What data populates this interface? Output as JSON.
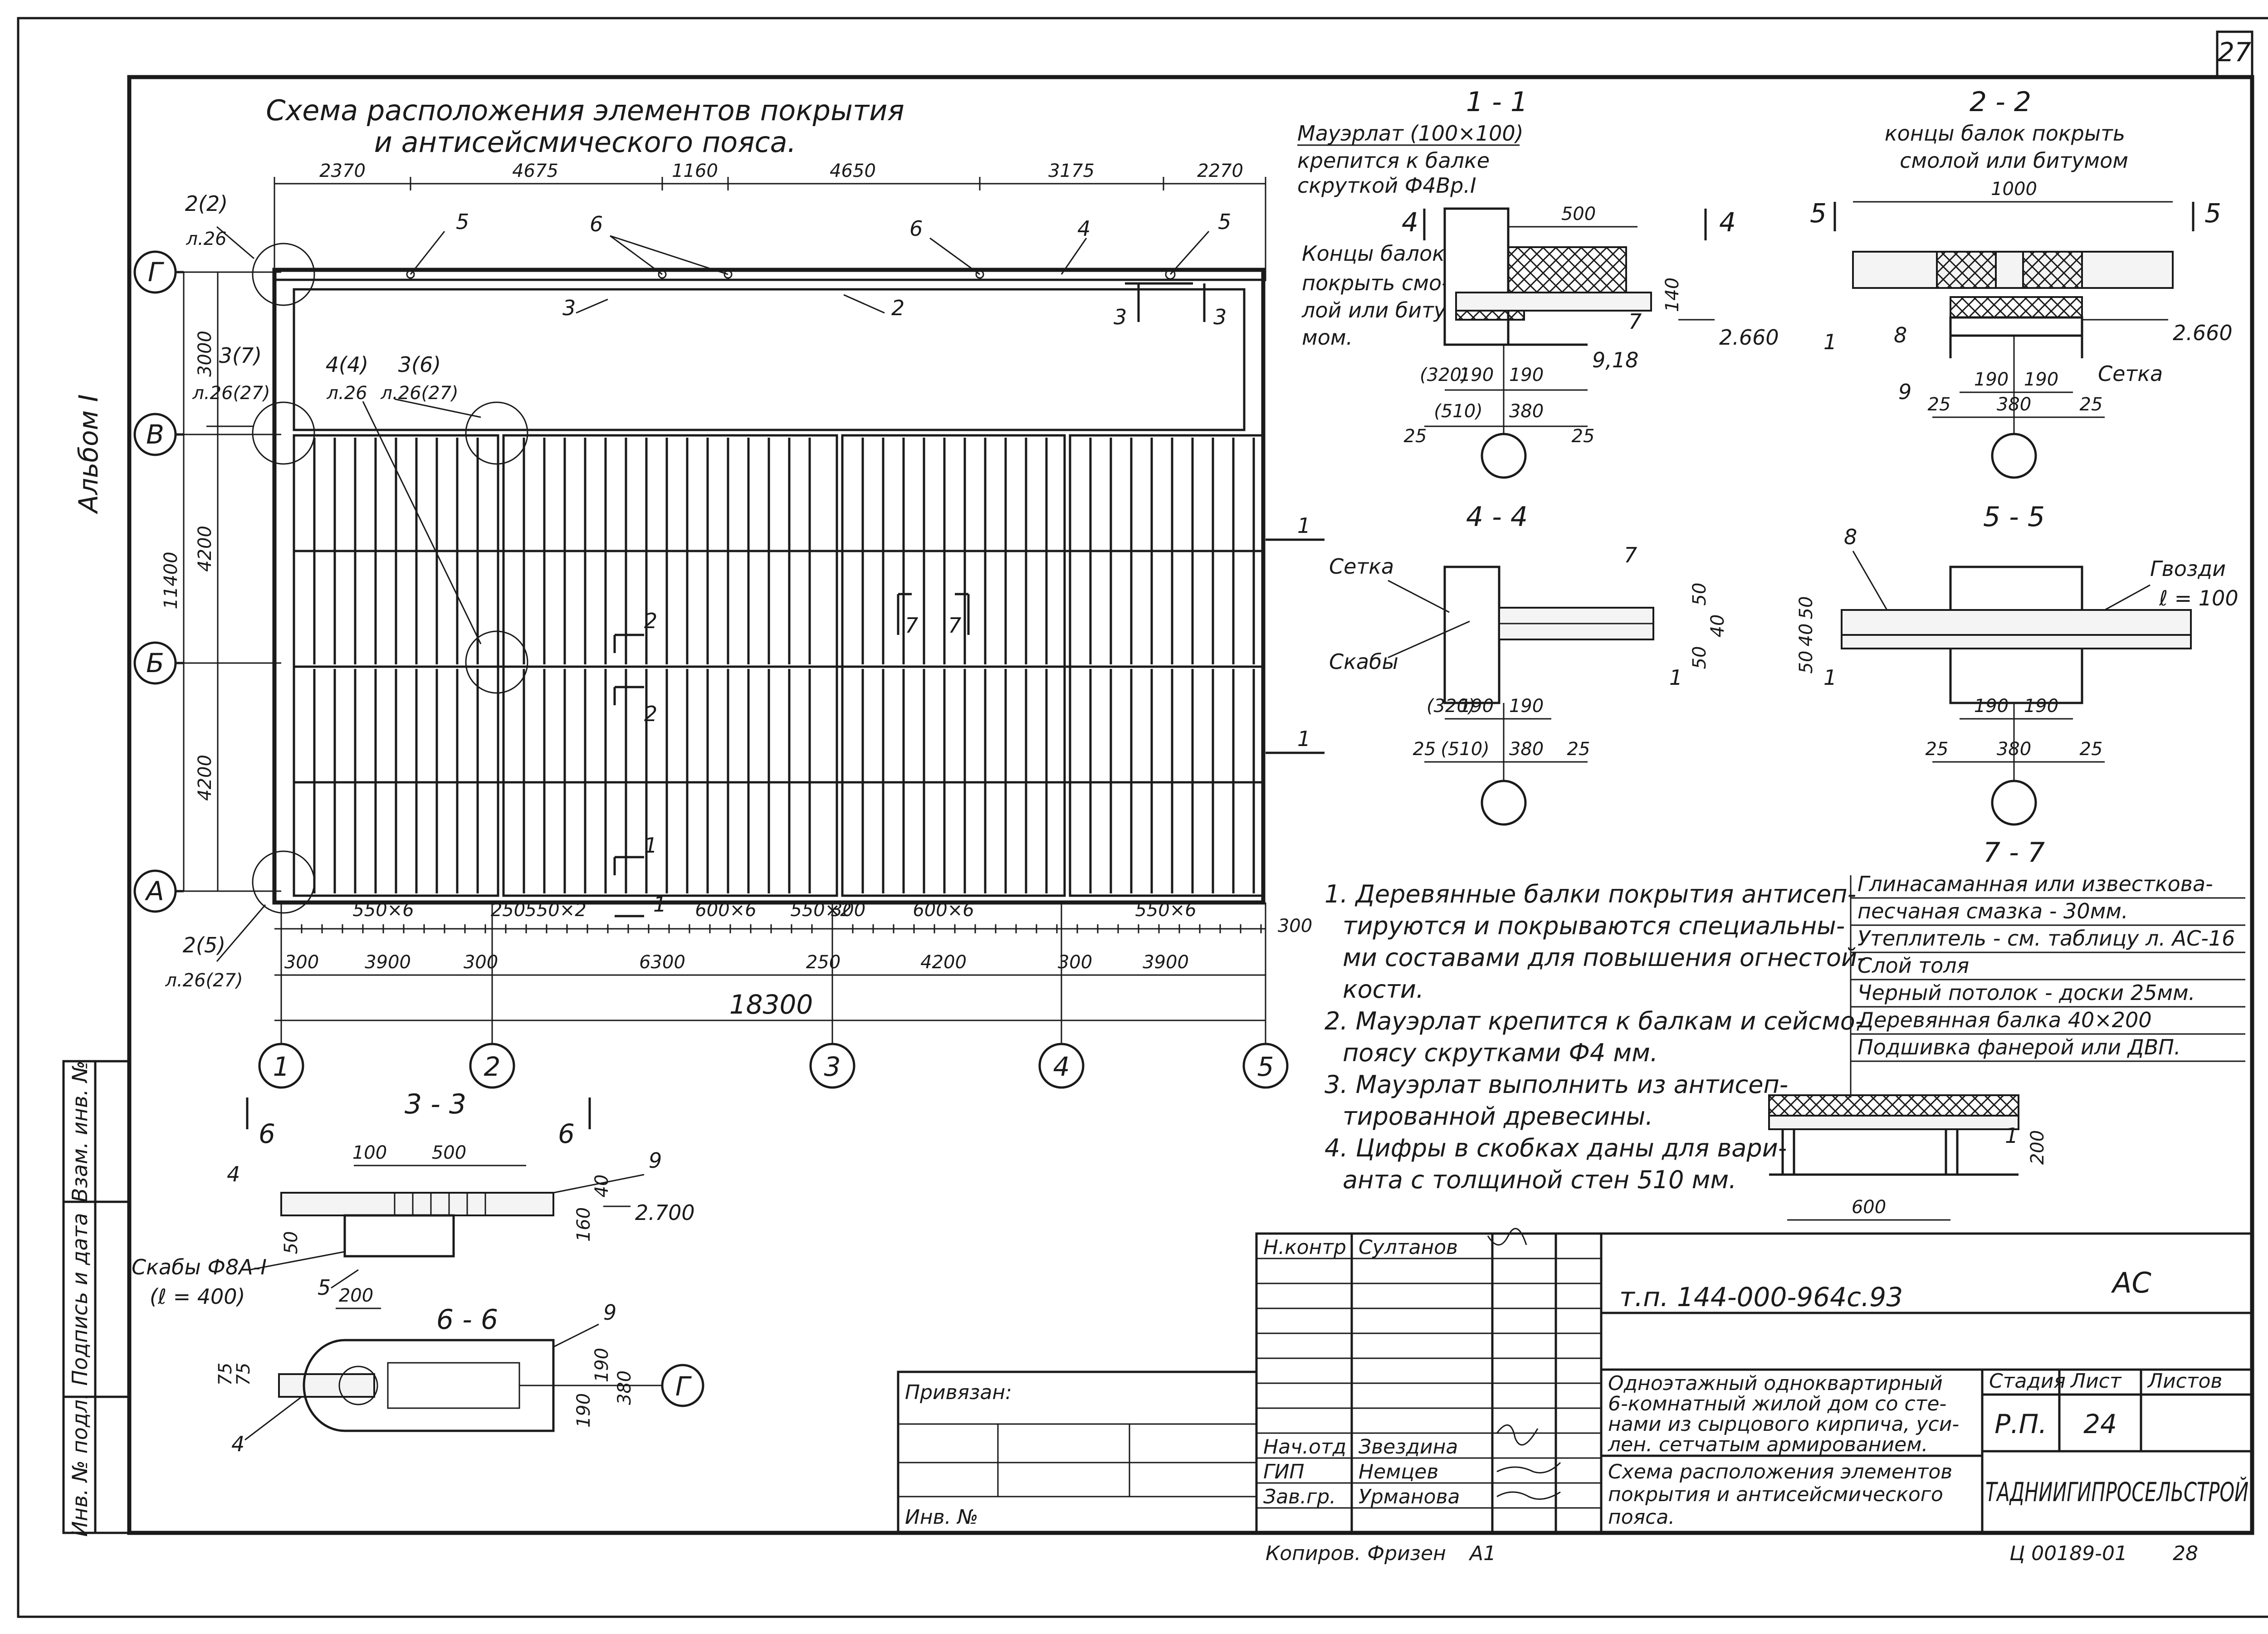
{
  "sheet": {
    "sheet_number": "27",
    "album_label": "Альбом I",
    "main_title_line1": "Схема расположения элементов покрытия",
    "main_title_line2": "и антисейсмического пояса."
  },
  "plan": {
    "top_dims": [
      "2370",
      "4675",
      "1160",
      "4650",
      "3175",
      "2270"
    ],
    "left_dims": [
      "3000",
      "4200",
      "4200"
    ],
    "overall_left": "11400",
    "bottom_dims": [
      "3900",
      "6300",
      "4200",
      "3900"
    ],
    "bottom_edge_dims": [
      "300",
      "300",
      "250",
      "300",
      "300"
    ],
    "overall_bottom": "18300",
    "beam_spacing": [
      "550×6",
      "250",
      "550×2",
      "600×6",
      "550×2",
      "300",
      "600×6",
      "550×6"
    ],
    "axes_rows": [
      "Г",
      "В",
      "Б",
      "А"
    ],
    "axes_cols": [
      "1",
      "2",
      "3",
      "4",
      "5"
    ],
    "node_refs": [
      "2(2)",
      "л.26",
      "3(7)",
      "л.26(27)",
      "4(4)",
      "л.26",
      "3(6)",
      "л.26(27)",
      "2(5)",
      "л.26(27)"
    ],
    "marks": [
      "5",
      "6",
      "6",
      "4",
      "5",
      "3",
      "2",
      "3",
      "3",
      "2",
      "2",
      "7",
      "7",
      "1",
      "1",
      "1",
      "1"
    ]
  },
  "section_1_1": {
    "title": "1 - 1",
    "mauerlat_label": "Мауэрлат (100×100)",
    "fastening_note_1": "крепится к балке",
    "fastening_note_2": "скруткой  Ф4Вр.I",
    "beam_ends_1": "Концы балок",
    "beam_ends_2": "покрыть смо-",
    "beam_ends_3": "лой или биту-",
    "beam_ends_4": "мом.",
    "dims": [
      "500",
      "140",
      "(320)",
      "190",
      "190",
      "(510)",
      "380",
      "25",
      "25",
      "4",
      "4"
    ],
    "level": "2.660",
    "marks": [
      "7",
      "9,18"
    ]
  },
  "section_2_2": {
    "title": "2 - 2",
    "note_1": "концы балок покрыть",
    "note_2": "смолой или битумом",
    "dims": [
      "1000",
      "190",
      "190",
      "25",
      "380",
      "25",
      "5",
      "5"
    ],
    "level": "2.660",
    "marks": [
      "1",
      "8",
      "9"
    ],
    "mesh_label": "Сетка"
  },
  "section_4_4": {
    "title": "4 - 4",
    "mesh_label": "Сетка",
    "staples_label": "Скабы",
    "dims": [
      "50",
      "40",
      "50",
      "(320)",
      "190",
      "190",
      "25",
      "(510)",
      "380",
      "25"
    ],
    "marks": [
      "7",
      "1"
    ]
  },
  "section_5_5": {
    "title": "5 - 5",
    "nails_label": "Гвозди",
    "nails_length": "ℓ = 100",
    "dims": [
      "50",
      "40",
      "50",
      "190",
      "190",
      "25",
      "380",
      "25"
    ],
    "marks": [
      "8",
      "1"
    ]
  },
  "notes": [
    "1. Деревянные балки покрытия антисеп-",
    "тируются и покрываются специальны-",
    "ми составами для повышения огнестой-",
    "кости.",
    "2. Мауэрлат крепится к балкам и сейсмо-",
    "поясу скрутками Ф4 мм.",
    "3. Мауэрлат выполнить из антисеп-",
    "тированной древесины.",
    "4. Цифры в скобках даны для вари-",
    "анта с толщиной стен 510 мм."
  ],
  "section_7_7": {
    "title": "7 - 7",
    "layers": [
      "Глинасаманная или известкова-",
      "песчаная смазка - 30мм.",
      "Утеплитель - см. таблицу л. АС-16",
      "Слой толя",
      "Черный потолок - доски 25мм.",
      "Деревянная балка 40×200",
      "Подшивка фанерой или ДВП."
    ],
    "dims": [
      "600",
      "200"
    ],
    "marks": [
      "1"
    ]
  },
  "section_3_3": {
    "title": "3 - 3",
    "dims": [
      "100",
      "500",
      "160",
      "40",
      "50",
      "200"
    ],
    "level": "2.700",
    "staples_1": "Скабы Ф8А-I",
    "staples_2": "(ℓ = 400)",
    "marks": [
      "6",
      "6",
      "4",
      "9",
      "5"
    ]
  },
  "section_6_6": {
    "title": "6 - 6",
    "dims": [
      "75",
      "75",
      "190",
      "190",
      "380"
    ],
    "axis": "Г",
    "marks": [
      "9",
      "4"
    ]
  },
  "side_stamp": {
    "cells": [
      "Инв. № подл.",
      "Подпись и дата",
      "Взам. инв. №"
    ]
  },
  "title_block": {
    "attached_label": "Привязан:",
    "inv_label": "Инв. №",
    "roles": [
      "Н.контр",
      "Нач.отд",
      "ГИП",
      "Зав.гр."
    ],
    "names": [
      "Султанов",
      "Звездина",
      "Немцев",
      "Урманова"
    ],
    "designation": "т.п. 144-000-964с.93",
    "mark": "АС",
    "project_desc_1": "Одноэтажный одноквартирный",
    "project_desc_2": "6-комнатный жилой дом со сте-",
    "project_desc_3": "нами из сырцового кирпича, уси-",
    "project_desc_4": "лен. сетчатым армированием.",
    "sheet_desc_1": "Схема расположения элементов",
    "sheet_desc_2": "покрытия и антисейсмического",
    "sheet_desc_3": "пояса.",
    "stage_label": "Стадия",
    "sheet_label": "Лист",
    "sheets_label": "Листов",
    "stage": "Р.П.",
    "sheet": "24",
    "org": "ТАДНИИГИПРОСЕЛЬСТРОЙ",
    "copied": "Копиров. Фризен",
    "format": "А1",
    "doc_code": "Ц 00189-01",
    "doc_page": "28"
  }
}
